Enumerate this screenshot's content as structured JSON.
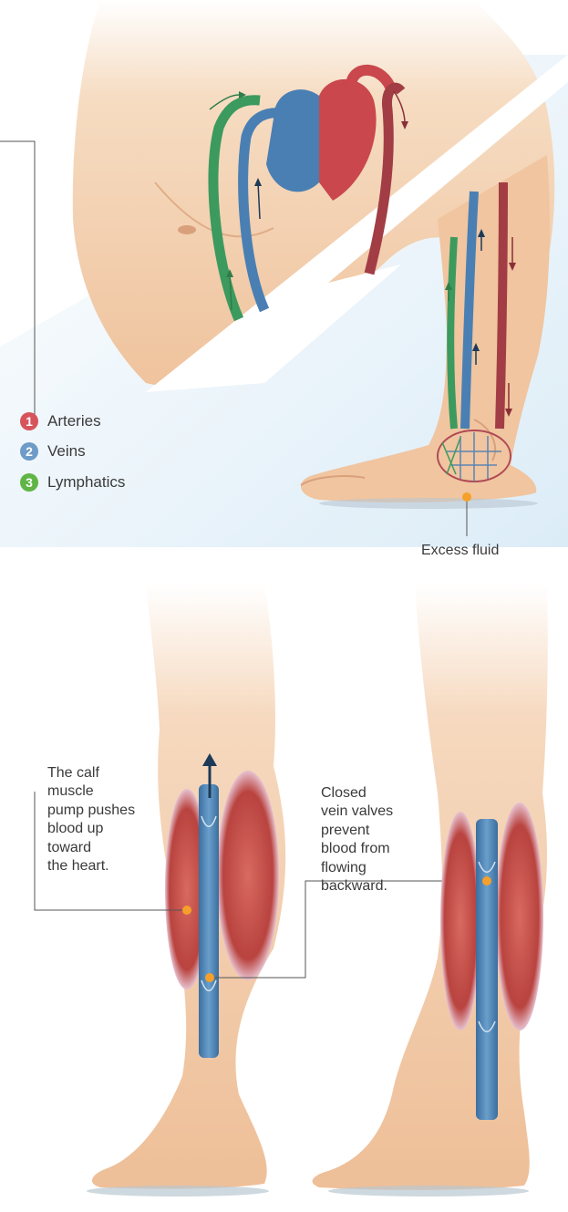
{
  "legend": [
    {
      "number": "1",
      "label": "Arteries",
      "color": "#d6545a"
    },
    {
      "number": "2",
      "label": "Veins",
      "color": "#6f9bc8"
    },
    {
      "number": "3",
      "label": "Lymphatics",
      "color": "#5fb546"
    }
  ],
  "callouts": {
    "excess_fluid": "Excess fluid",
    "calf_pump": "The calf\nmuscle\npump pushes\nblood up\ntoward\nthe heart.",
    "closed_valves": "Closed\nvein valves\nprevent\nblood from\nflowing\nbackward."
  },
  "colors": {
    "skin": "#f3cfad",
    "artery": "#c9474d",
    "vein": "#4a7fb3",
    "lymph": "#3c9a5e",
    "muscle": "#c9564f",
    "marker": "#f5a02a"
  }
}
